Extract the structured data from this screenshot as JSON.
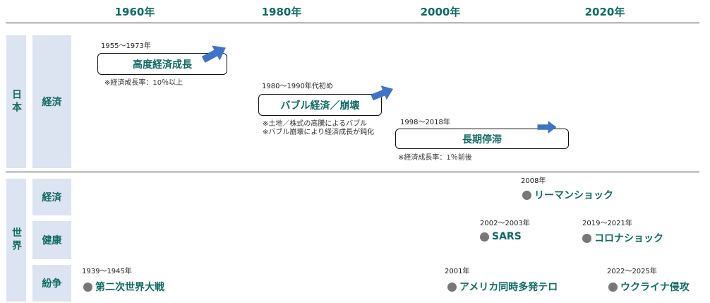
{
  "timeline": {
    "years": [
      "1960年",
      "1980年",
      "2000年",
      "2020年"
    ]
  },
  "japan": {
    "region_label": "日本",
    "category_label": "経済",
    "eras": [
      {
        "period": "1955〜1973年",
        "title": "高度経済成長",
        "notes": [
          "※経済成長率：10％以上"
        ]
      },
      {
        "period": "1980〜1990年代初め",
        "title": "バブル経済／崩壊",
        "notes": [
          "※土地／株式の高騰によるバブル",
          "※バブル崩壊により経済成長が鈍化"
        ]
      },
      {
        "period": "1998〜2018年",
        "title": "長期停滞",
        "notes": [
          "※経済成長率：1％前後"
        ]
      }
    ]
  },
  "world": {
    "region_label": "世界",
    "categories": [
      {
        "label": "経済",
        "events": [
          {
            "period": "2008年",
            "name": "リーマンショック"
          }
        ]
      },
      {
        "label": "健康",
        "events": [
          {
            "period": "2002〜2003年",
            "name": "SARS"
          },
          {
            "period": "2019〜2021年",
            "name": "コロナショック"
          }
        ]
      },
      {
        "label": "紛争",
        "events": [
          {
            "period": "1939〜1945年",
            "name": "第二次世界大戦"
          },
          {
            "period": "2001年",
            "name": "アメリカ同時多発テロ"
          },
          {
            "period": "2022〜2025年",
            "name": "ウクライナ侵攻"
          }
        ]
      }
    ]
  },
  "colors": {
    "accent": "#0f6b63",
    "category_bg": "#dce3f1",
    "arrow": "#3f73c8",
    "dot": "#777777"
  },
  "icons": {
    "era_arrow": "arrow-up-right-icon",
    "event_marker": "bullet-dot-icon"
  }
}
